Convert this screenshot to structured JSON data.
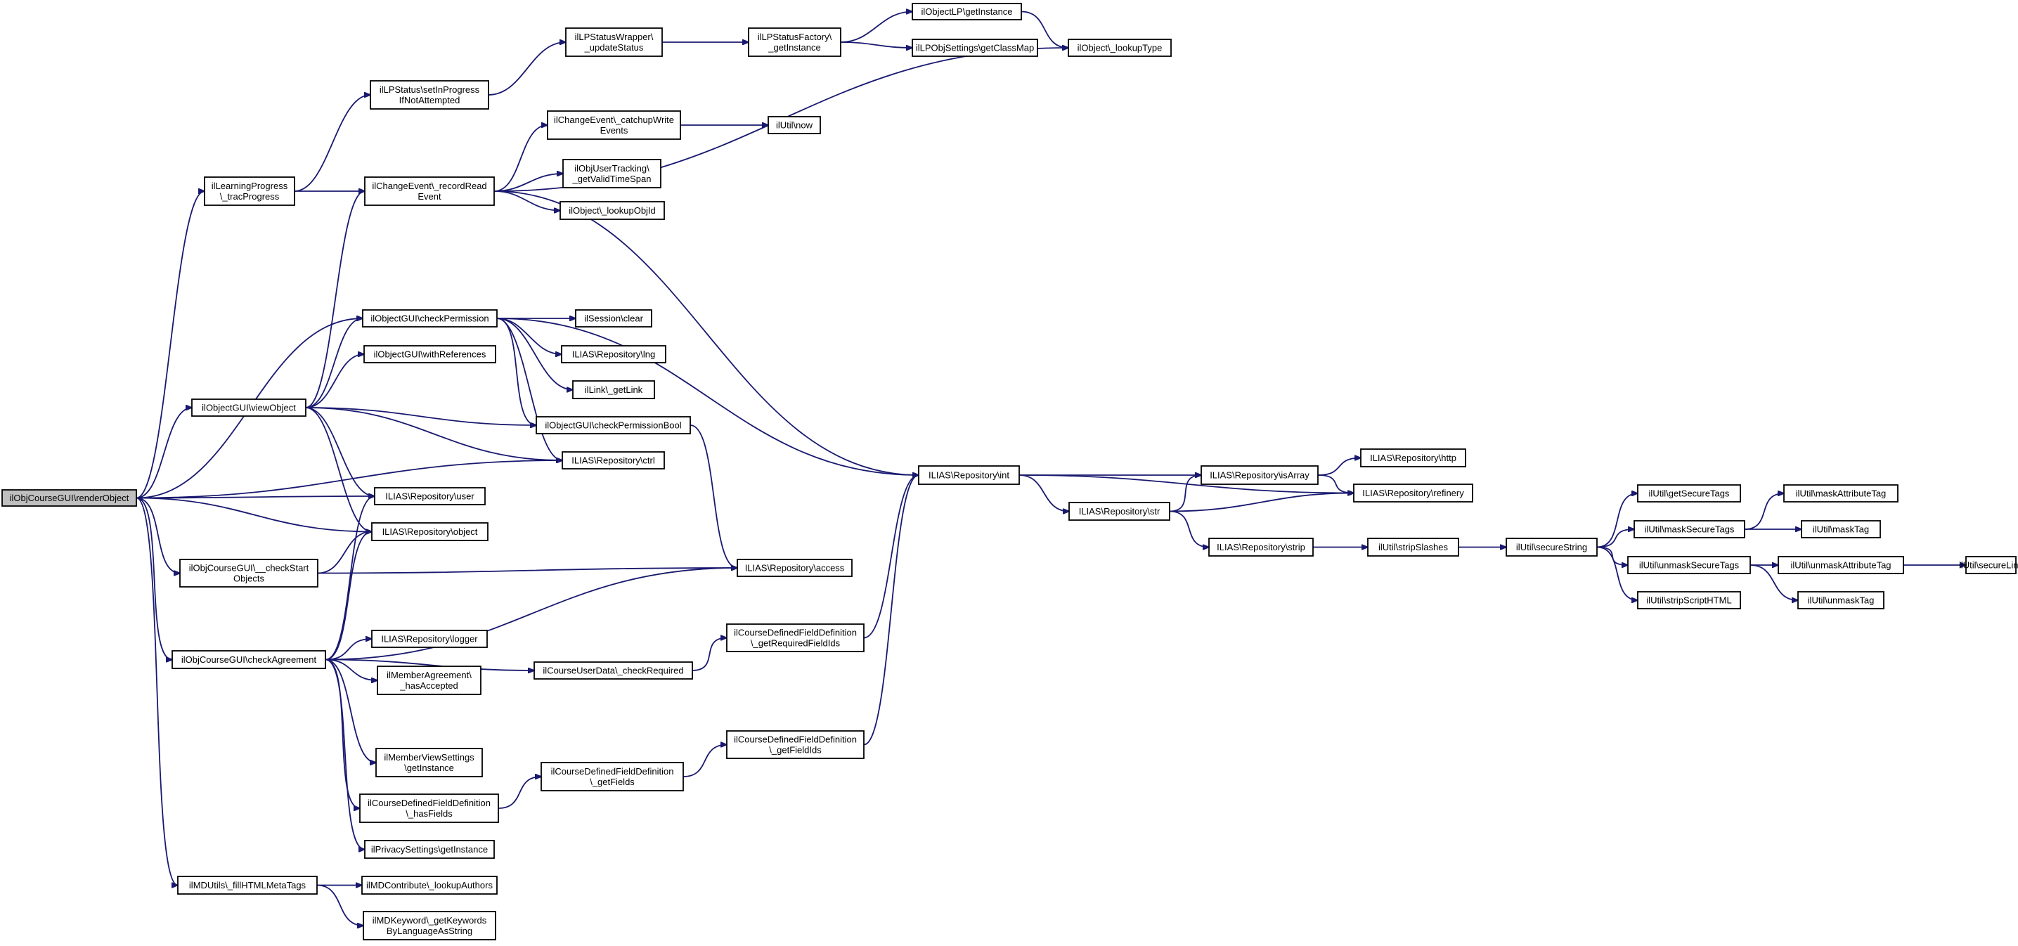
{
  "graph": {
    "edge_color": "#191970",
    "root_fill": "#bfbfbf",
    "nodes": [
      {
        "id": "renderObject",
        "lines": [
          "ilObjCourseGUI\\renderObject"
        ],
        "root": true
      },
      {
        "id": "tracProgress",
        "lines": [
          "ilLearningProgress",
          "\\_tracProgress"
        ]
      },
      {
        "id": "setInProgress",
        "lines": [
          "ilLPStatus\\setInProgress",
          "IfNotAttempted"
        ]
      },
      {
        "id": "updateStatus",
        "lines": [
          "ilLPStatusWrapper\\",
          "_updateStatus"
        ]
      },
      {
        "id": "lpFactory",
        "lines": [
          "ilLPStatusFactory\\",
          "_getInstance"
        ]
      },
      {
        "id": "objectLP",
        "lines": [
          "ilObjectLP\\getInstance"
        ]
      },
      {
        "id": "getClassMap",
        "lines": [
          "ilLPObjSettings\\getClassMap"
        ]
      },
      {
        "id": "lookupType",
        "lines": [
          "ilObject\\_lookupType"
        ]
      },
      {
        "id": "recordRead",
        "lines": [
          "ilChangeEvent\\_recordRead",
          "Event"
        ]
      },
      {
        "id": "catchupWrite",
        "lines": [
          "ilChangeEvent\\_catchupWrite",
          "Events"
        ]
      },
      {
        "id": "utilNow",
        "lines": [
          "ilUtil\\now"
        ]
      },
      {
        "id": "validTimeSpan",
        "lines": [
          "ilObjUserTracking\\",
          "_getValidTimeSpan"
        ]
      },
      {
        "id": "lookupObjId",
        "lines": [
          "ilObject\\_lookupObjId"
        ]
      },
      {
        "id": "checkPermission",
        "lines": [
          "ilObjectGUI\\checkPermission"
        ]
      },
      {
        "id": "sessionClear",
        "lines": [
          "ilSession\\clear"
        ]
      },
      {
        "id": "repoLng",
        "lines": [
          "ILIAS\\Repository\\lng"
        ]
      },
      {
        "id": "getLink",
        "lines": [
          "ilLink\\_getLink"
        ]
      },
      {
        "id": "withReferences",
        "lines": [
          "ilObjectGUI\\withReferences"
        ]
      },
      {
        "id": "viewObject",
        "lines": [
          "ilObjectGUI\\viewObject"
        ]
      },
      {
        "id": "checkPermissionBool",
        "lines": [
          "ilObjectGUI\\checkPermissionBool"
        ]
      },
      {
        "id": "repoCtrl",
        "lines": [
          "ILIAS\\Repository\\ctrl"
        ]
      },
      {
        "id": "repoUser",
        "lines": [
          "ILIAS\\Repository\\user"
        ]
      },
      {
        "id": "repoObject",
        "lines": [
          "ILIAS\\Repository\\object"
        ]
      },
      {
        "id": "checkStart",
        "lines": [
          "ilObjCourseGUI\\__checkStart",
          "Objects"
        ]
      },
      {
        "id": "repoAccess",
        "lines": [
          "ILIAS\\Repository\\access"
        ]
      },
      {
        "id": "checkAgreement",
        "lines": [
          "ilObjCourseGUI\\checkAgreement"
        ]
      },
      {
        "id": "repoLogger",
        "lines": [
          "ILIAS\\Repository\\logger"
        ]
      },
      {
        "id": "hasAccepted",
        "lines": [
          "ilMemberAgreement\\",
          "_hasAccepted"
        ]
      },
      {
        "id": "memberViewSettings",
        "lines": [
          "ilMemberViewSettings",
          "\\getInstance"
        ]
      },
      {
        "id": "hasFields",
        "lines": [
          "ilCourseDefinedFieldDefinition",
          "\\_hasFields"
        ]
      },
      {
        "id": "privacySettings",
        "lines": [
          "ilPrivacySettings\\getInstance"
        ]
      },
      {
        "id": "checkRequired",
        "lines": [
          "ilCourseUserData\\_checkRequired"
        ]
      },
      {
        "id": "getRequiredFieldIds",
        "lines": [
          "ilCourseDefinedFieldDefinition",
          "\\_getRequiredFieldIds"
        ]
      },
      {
        "id": "getFields",
        "lines": [
          "ilCourseDefinedFieldDefinition",
          "\\_getFields"
        ]
      },
      {
        "id": "getFieldIds",
        "lines": [
          "ilCourseDefinedFieldDefinition",
          "\\_getFieldIds"
        ]
      },
      {
        "id": "fillHTMLMetaTags",
        "lines": [
          "ilMDUtils\\_fillHTMLMetaTags"
        ]
      },
      {
        "id": "lookupAuthors",
        "lines": [
          "ilMDContribute\\_lookupAuthors"
        ]
      },
      {
        "id": "getKeywords",
        "lines": [
          "ilMDKeyword\\_getKeywords",
          "ByLanguageAsString"
        ]
      },
      {
        "id": "repoInt",
        "lines": [
          "ILIAS\\Repository\\int"
        ]
      },
      {
        "id": "repoIsArray",
        "lines": [
          "ILIAS\\Repository\\isArray"
        ]
      },
      {
        "id": "repoHttp",
        "lines": [
          "ILIAS\\Repository\\http"
        ]
      },
      {
        "id": "repoRefinery",
        "lines": [
          "ILIAS\\Repository\\refinery"
        ]
      },
      {
        "id": "repoStr",
        "lines": [
          "ILIAS\\Repository\\str"
        ]
      },
      {
        "id": "repoStrip",
        "lines": [
          "ILIAS\\Repository\\strip"
        ]
      },
      {
        "id": "stripSlashes",
        "lines": [
          "ilUtil\\stripSlashes"
        ]
      },
      {
        "id": "secureString",
        "lines": [
          "ilUtil\\secureString"
        ]
      },
      {
        "id": "getSecureTags",
        "lines": [
          "ilUtil\\getSecureTags"
        ]
      },
      {
        "id": "maskSecureTags",
        "lines": [
          "ilUtil\\maskSecureTags"
        ]
      },
      {
        "id": "unmaskSecureTags",
        "lines": [
          "ilUtil\\unmaskSecureTags"
        ]
      },
      {
        "id": "stripScriptHTML",
        "lines": [
          "ilUtil\\stripScriptHTML"
        ]
      },
      {
        "id": "maskAttributeTag",
        "lines": [
          "ilUtil\\maskAttributeTag"
        ]
      },
      {
        "id": "maskTag",
        "lines": [
          "ilUtil\\maskTag"
        ]
      },
      {
        "id": "unmaskAttributeTag",
        "lines": [
          "ilUtil\\unmaskAttributeTag"
        ]
      },
      {
        "id": "unmaskTag",
        "lines": [
          "ilUtil\\unmaskTag"
        ]
      },
      {
        "id": "secureLink",
        "lines": [
          "ilUtil\\secureLink"
        ]
      }
    ],
    "edges": [
      [
        "renderObject",
        "tracProgress"
      ],
      [
        "renderObject",
        "checkPermission"
      ],
      [
        "renderObject",
        "viewObject"
      ],
      [
        "renderObject",
        "repoCtrl"
      ],
      [
        "renderObject",
        "repoUser"
      ],
      [
        "renderObject",
        "repoObject"
      ],
      [
        "renderObject",
        "checkStart"
      ],
      [
        "renderObject",
        "checkAgreement"
      ],
      [
        "renderObject",
        "fillHTMLMetaTags"
      ],
      [
        "tracProgress",
        "setInProgress"
      ],
      [
        "tracProgress",
        "recordRead"
      ],
      [
        "setInProgress",
        "updateStatus"
      ],
      [
        "updateStatus",
        "lpFactory"
      ],
      [
        "lpFactory",
        "objectLP"
      ],
      [
        "lpFactory",
        "getClassMap"
      ],
      [
        "objectLP",
        "lookupType"
      ],
      [
        "recordRead",
        "lookupType"
      ],
      [
        "recordRead",
        "catchupWrite"
      ],
      [
        "recordRead",
        "validTimeSpan"
      ],
      [
        "recordRead",
        "lookupObjId"
      ],
      [
        "recordRead",
        "repoInt"
      ],
      [
        "catchupWrite",
        "utilNow"
      ],
      [
        "viewObject",
        "recordRead"
      ],
      [
        "viewObject",
        "checkPermission"
      ],
      [
        "viewObject",
        "withReferences"
      ],
      [
        "viewObject",
        "checkPermissionBool"
      ],
      [
        "viewObject",
        "repoCtrl"
      ],
      [
        "viewObject",
        "repoUser"
      ],
      [
        "viewObject",
        "repoObject"
      ],
      [
        "checkPermission",
        "sessionClear"
      ],
      [
        "checkPermission",
        "repoLng"
      ],
      [
        "checkPermission",
        "getLink"
      ],
      [
        "checkPermission",
        "checkPermissionBool"
      ],
      [
        "checkPermission",
        "repoCtrl"
      ],
      [
        "checkPermission",
        "repoInt"
      ],
      [
        "checkPermissionBool",
        "repoAccess"
      ],
      [
        "checkStart",
        "repoObject"
      ],
      [
        "checkStart",
        "repoAccess"
      ],
      [
        "checkAgreement",
        "repoUser"
      ],
      [
        "checkAgreement",
        "repoObject"
      ],
      [
        "checkAgreement",
        "repoAccess"
      ],
      [
        "checkAgreement",
        "repoLogger"
      ],
      [
        "checkAgreement",
        "hasAccepted"
      ],
      [
        "checkAgreement",
        "checkRequired"
      ],
      [
        "checkAgreement",
        "memberViewSettings"
      ],
      [
        "checkAgreement",
        "hasFields"
      ],
      [
        "checkAgreement",
        "privacySettings"
      ],
      [
        "checkRequired",
        "getRequiredFieldIds"
      ],
      [
        "getRequiredFieldIds",
        "repoInt"
      ],
      [
        "hasFields",
        "getFields"
      ],
      [
        "getFields",
        "getFieldIds"
      ],
      [
        "getFieldIds",
        "repoInt"
      ],
      [
        "fillHTMLMetaTags",
        "lookupAuthors"
      ],
      [
        "fillHTMLMetaTags",
        "getKeywords"
      ],
      [
        "repoInt",
        "repoIsArray"
      ],
      [
        "repoInt",
        "repoRefinery"
      ],
      [
        "repoInt",
        "repoStr"
      ],
      [
        "repoStr",
        "repoIsArray"
      ],
      [
        "repoStr",
        "repoRefinery"
      ],
      [
        "repoStr",
        "repoStrip"
      ],
      [
        "repoIsArray",
        "repoHttp"
      ],
      [
        "repoIsArray",
        "repoRefinery"
      ],
      [
        "repoStrip",
        "stripSlashes"
      ],
      [
        "stripSlashes",
        "secureString"
      ],
      [
        "secureString",
        "getSecureTags"
      ],
      [
        "secureString",
        "maskSecureTags"
      ],
      [
        "secureString",
        "unmaskSecureTags"
      ],
      [
        "secureString",
        "stripScriptHTML"
      ],
      [
        "maskSecureTags",
        "maskAttributeTag"
      ],
      [
        "maskSecureTags",
        "maskTag"
      ],
      [
        "unmaskSecureTags",
        "unmaskAttributeTag"
      ],
      [
        "unmaskSecureTags",
        "unmaskTag"
      ],
      [
        "unmaskAttributeTag",
        "secureLink"
      ]
    ]
  }
}
